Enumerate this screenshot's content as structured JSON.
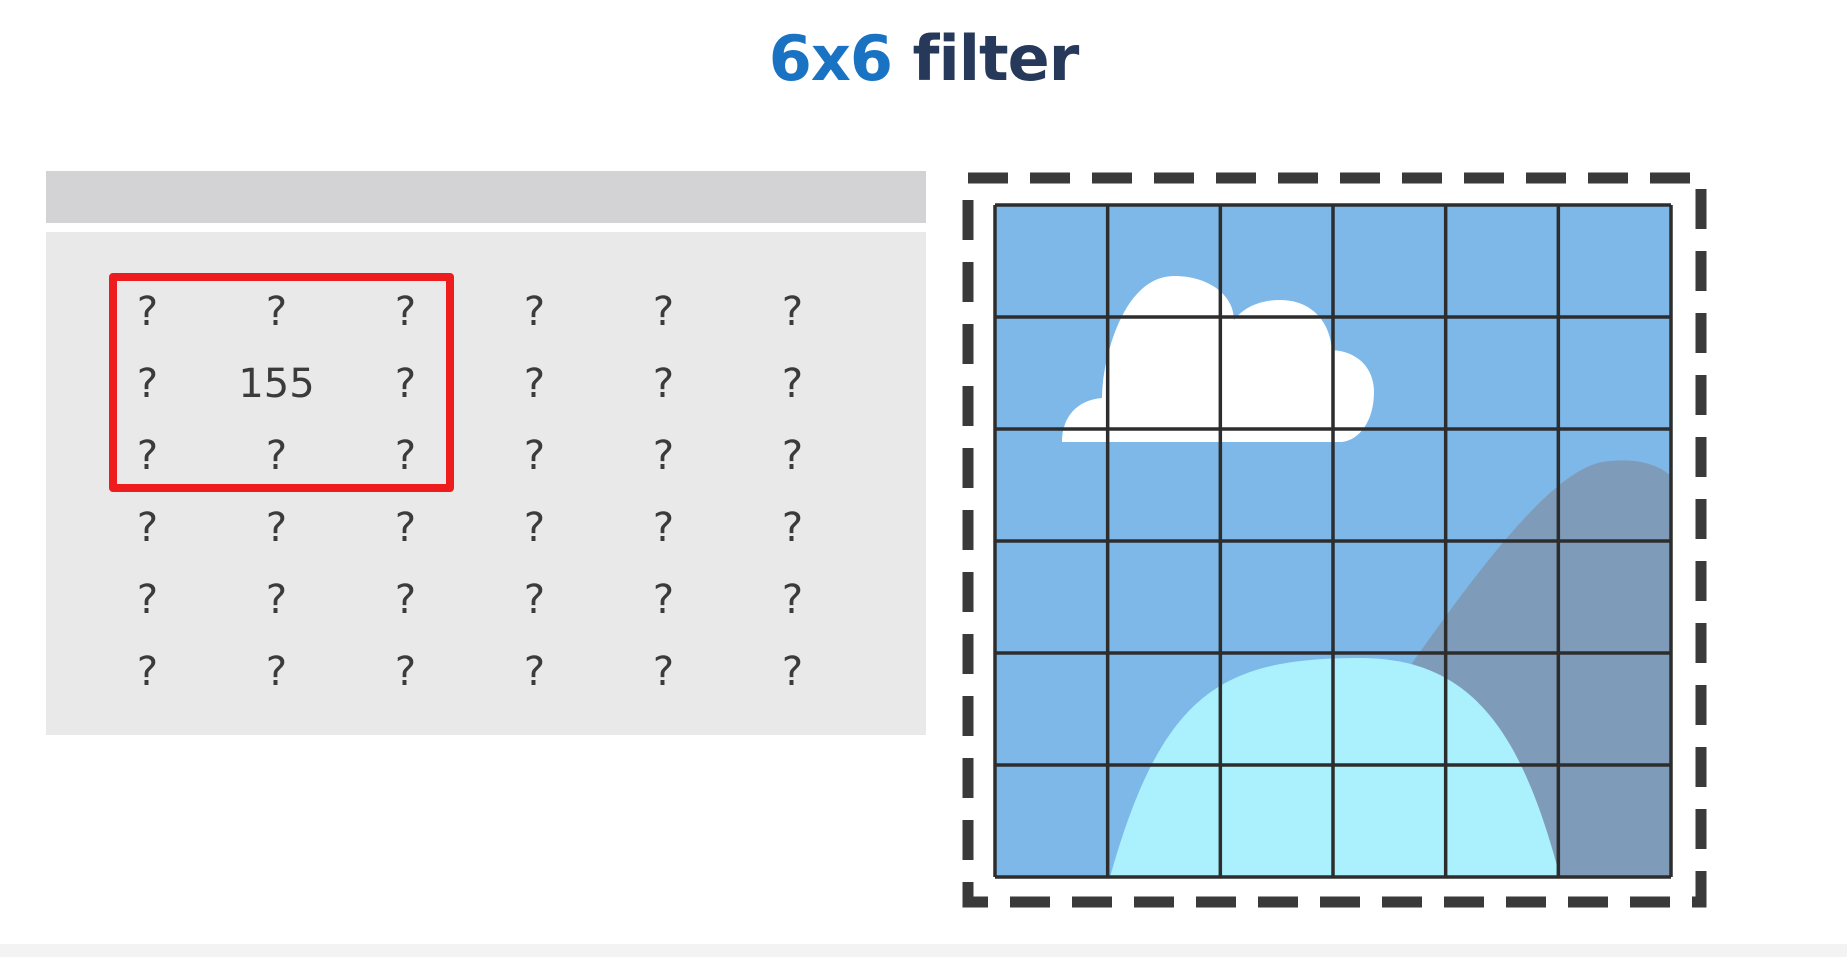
{
  "title": {
    "accent": "6x6",
    "rest": " filter"
  },
  "grid": {
    "rows": [
      [
        "?",
        "?",
        "?",
        "?",
        "?",
        "?"
      ],
      [
        "?",
        "155",
        "?",
        "?",
        "?",
        "?"
      ],
      [
        "?",
        "?",
        "?",
        "?",
        "?",
        "?"
      ],
      [
        "?",
        "?",
        "?",
        "?",
        "?",
        "?"
      ],
      [
        "?",
        "?",
        "?",
        "?",
        "?",
        "?"
      ],
      [
        "?",
        "?",
        "?",
        "?",
        "?",
        "?"
      ]
    ],
    "highlight_color": "#ee1c1c"
  },
  "image": {
    "grid_size": 6,
    "colors": {
      "sky": "#7db8e8",
      "mountain": "#7e9cb9",
      "hill": "#aaf0fd",
      "cloud": "#ffffff",
      "grid_line": "#2d2d2d",
      "dash_border": "#3a3a3a"
    }
  }
}
